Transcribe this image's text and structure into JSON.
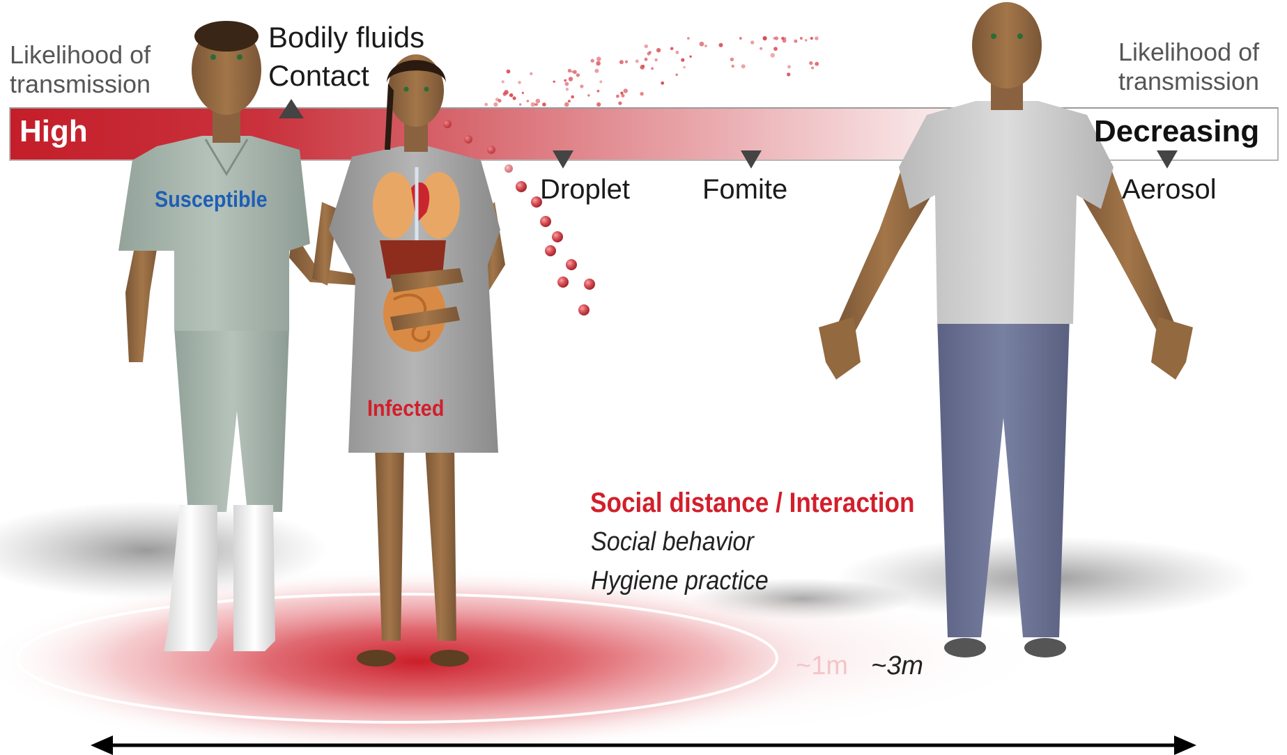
{
  "colors": {
    "accent_red": "#d21f2b",
    "susceptible_blue": "#1e5fb4",
    "bar_red": "#c41e2a",
    "text_dark": "#1a1a1a"
  },
  "header": {
    "left_likelihood": "Likelihood of\ntransmission",
    "right_likelihood": "Likelihood of\ntransmission"
  },
  "bar": {
    "high_label": "High",
    "decreasing_label": "Decreasing"
  },
  "routes": {
    "bodily_fluids": "Bodily fluids",
    "contact": "Contact",
    "droplet": "Droplet",
    "fomite": "Fomite",
    "aerosol": "Aerosol"
  },
  "people": {
    "susceptible": "Susceptible",
    "infected": "Infected"
  },
  "social": {
    "title": "Social distance / Interaction",
    "behavior": "Social behavior",
    "hygiene": "Hygiene practice"
  },
  "distances": {
    "near": "~1m",
    "far": "~3m"
  },
  "icons": [
    "arrow-down-icon",
    "arrow-up-icon",
    "double-arrow-icon"
  ]
}
